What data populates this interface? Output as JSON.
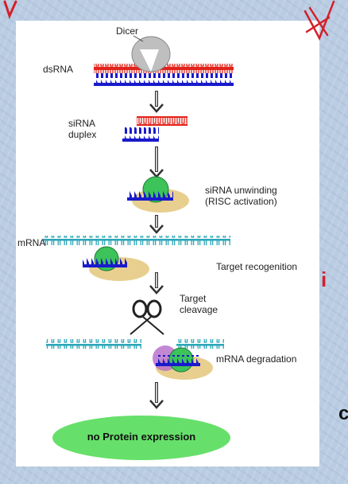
{
  "diagram": {
    "labels": {
      "dicer": "Dicer",
      "dsrna": "dsRNA",
      "sirna_duplex": "siRNA\nduplex",
      "unwinding": "siRNA unwinding\n(RISC activation)",
      "mrna": "mRNA",
      "recognition": "Target recogenition",
      "cleavage": "Target\ncleavage",
      "degradation": "mRNA degradation",
      "outcome": "no Protein expression"
    },
    "edge_letters": {
      "right_mid": "i",
      "right_bottom": "c"
    },
    "colors": {
      "sense_strand": "#e2231a",
      "antisense_strand": "#1a1acc",
      "mrna": "#2aa6b8",
      "dicer": "#bfbfbf",
      "risc_green": "#3cc35a",
      "risc_tan": "#e8cf8f",
      "outcome_ellipse": "#66e06a",
      "annotation_red": "#d4202a"
    },
    "icons": [
      "dicer-enzyme",
      "scissors-icon",
      "risc-complex",
      "down-arrow-icon"
    ]
  }
}
